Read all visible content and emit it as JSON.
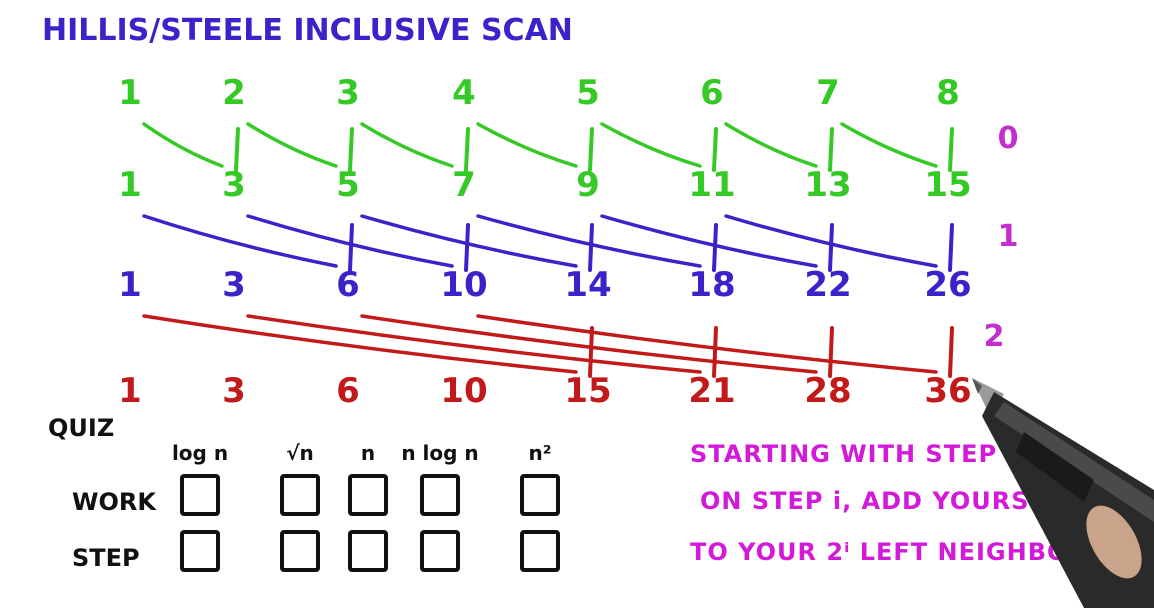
{
  "title": "HILLIS/STEELE INCLUSIVE SCAN",
  "colors": {
    "input": "#34c924",
    "step0": "#34c924",
    "step1": "#3a23c8",
    "step2": "#c21a1a",
    "step_label": "#c22ecf",
    "note": "#d21ad8",
    "quiz": "#111111"
  },
  "rows": [
    {
      "id": "input",
      "values": [
        "1",
        "2",
        "3",
        "4",
        "5",
        "6",
        "7",
        "8"
      ]
    },
    {
      "id": "after-step-0",
      "values": [
        "1",
        "3",
        "5",
        "7",
        "9",
        "11",
        "13",
        "15"
      ]
    },
    {
      "id": "after-step-1",
      "values": [
        "1",
        "3",
        "6",
        "10",
        "14",
        "18",
        "22",
        "26"
      ]
    },
    {
      "id": "after-step-2",
      "values": [
        "1",
        "3",
        "6",
        "10",
        "15",
        "21",
        "28",
        "36"
      ]
    }
  ],
  "steps": [
    {
      "label": "0",
      "offset": 1
    },
    {
      "label": "1",
      "offset": 2
    },
    {
      "label": "2",
      "offset": 4
    }
  ],
  "quiz": {
    "label": "QUIZ",
    "columns": [
      "log n",
      "√n",
      "n",
      "n log n",
      "n²"
    ],
    "rows": [
      "WORK",
      "STEP"
    ]
  },
  "note_lines": [
    "STARTING WITH STEP 0:",
    "ON STEP i, ADD YOURSELF",
    "TO YOUR 2ⁱ LEFT NEIGHBOR"
  ],
  "icons": {
    "pen": "stylus-pen-icon"
  }
}
